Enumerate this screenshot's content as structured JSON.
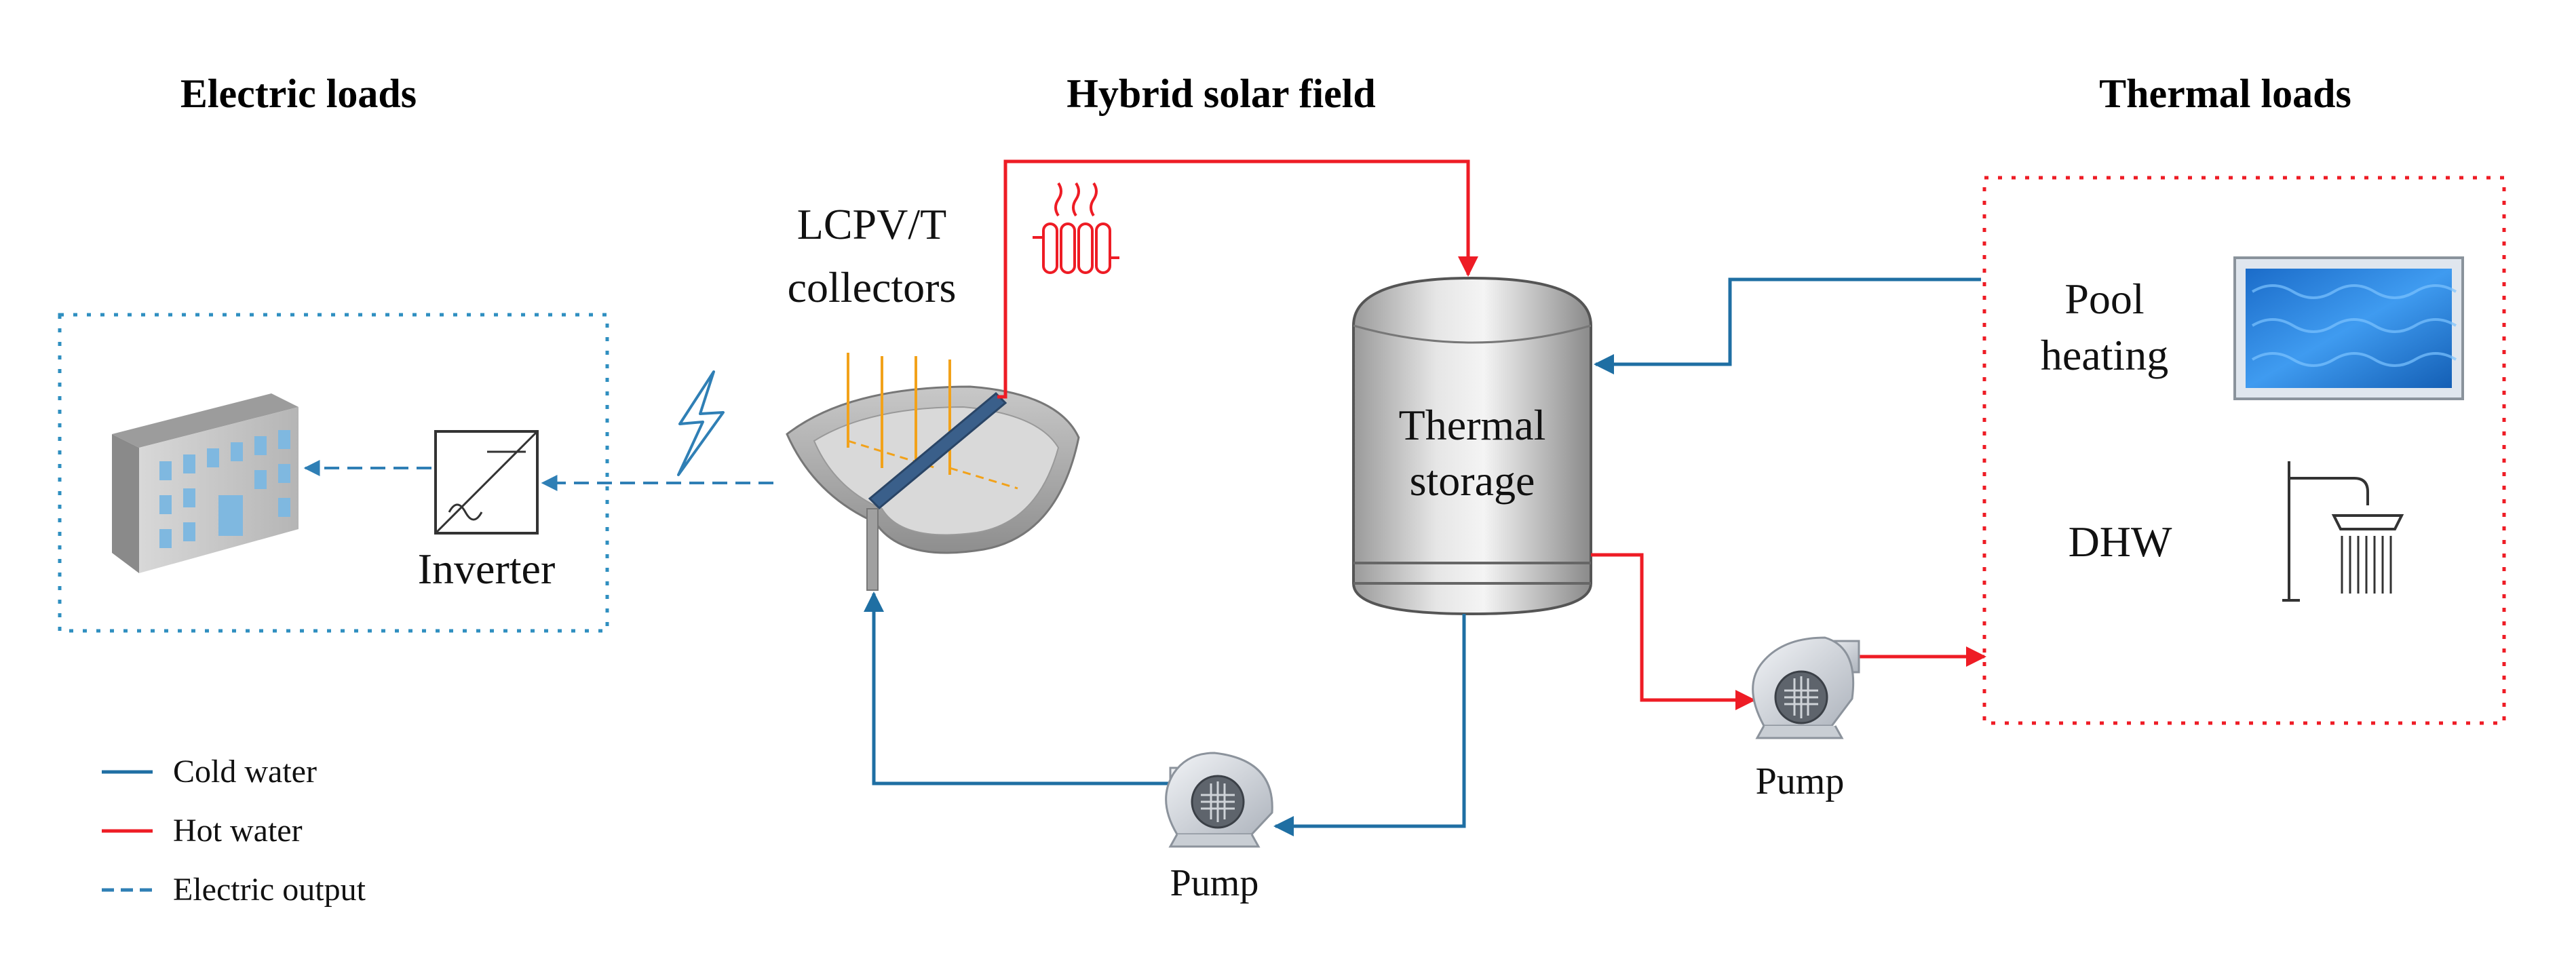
{
  "sections": {
    "electric": "Electric loads",
    "solar": "Hybrid solar field",
    "thermal": "Thermal loads"
  },
  "collector": {
    "line1": "LCPV/T",
    "line2": "collectors"
  },
  "storage": {
    "line1": "Thermal",
    "line2": "storage"
  },
  "inverter": {
    "label": "Inverter"
  },
  "loads": {
    "pool_line1": "Pool",
    "pool_line2": "heating",
    "dhw": "DHW"
  },
  "pumps": {
    "bottom": "Pump",
    "right": "Pump"
  },
  "legend": {
    "cold": "Cold water",
    "hot": "Hot water",
    "electric": "Electric output"
  },
  "colors": {
    "cold": "#1f6fa3",
    "hot": "#ee1c25",
    "electric": "#2f7fb5"
  }
}
